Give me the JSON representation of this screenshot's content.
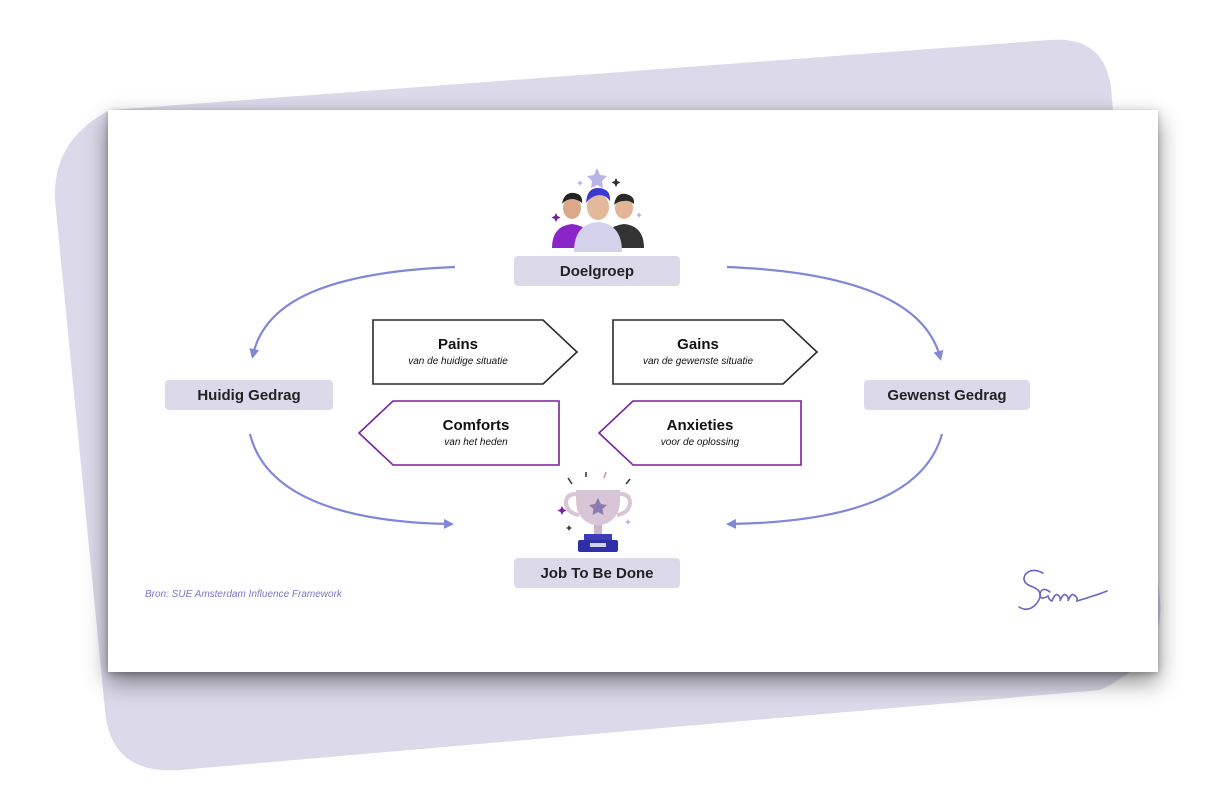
{
  "nodes": {
    "top": "Doelgroep",
    "left": "Huidig Gedrag",
    "right": "Gewenst Gedrag",
    "bottom": "Job To Be Done"
  },
  "forces": {
    "pains": {
      "title": "Pains",
      "subtitle": "van de huidige situatie"
    },
    "gains": {
      "title": "Gains",
      "subtitle": "van de gewenste situatie"
    },
    "comforts": {
      "title": "Comforts",
      "subtitle": "van het heden"
    },
    "anxieties": {
      "title": "Anxieties",
      "subtitle": "voor de oplossing"
    }
  },
  "source": "Bron: SUE Amsterdam Influence Framework",
  "signature": "Sam",
  "colors": {
    "background_shape": "#dcdaea",
    "pill": "#dcdaea",
    "arrows": "#8087d6",
    "push_outline": "#222222",
    "pull_outline": "#7a1fa0",
    "source_text": "#7a78c8",
    "signature": "#6a66c0"
  },
  "icons": {
    "top": "people-group-icon",
    "bottom": "trophy-icon"
  }
}
